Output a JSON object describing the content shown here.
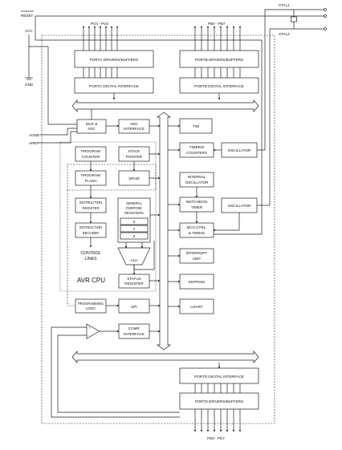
{
  "pins": {
    "reset": "RESET",
    "vcc": "VCC",
    "gnd": "GND",
    "xtal1": "XTAL1",
    "xtal2": "XTAL2",
    "agnd": "AGND",
    "aref": "AREF",
    "portc_pins": "PC0 - PC6",
    "portb_pins": "PB0 - PB7",
    "portd_pins": "PD0 - PD7"
  },
  "blocks": {
    "portc_drivers": "PORTC DRIVERS/BUFFERS",
    "portc_interface": "PORTC DIGITAL INTERFACE",
    "portb_drivers": "PORTB DRIVERS/BUFFERS",
    "portb_interface": "PORTB DIGITAL INTERFACE",
    "mux_adc_1": "MUX &",
    "mux_adc_2": "ADC",
    "adc_interface_1": "ADC",
    "adc_interface_2": "INTERFACE",
    "twi": "TWI",
    "program_counter_1": "PROGRAM",
    "program_counter_2": "COUNTER",
    "stack_pointer_1": "STACK",
    "stack_pointer_2": "POINTER",
    "timers_1": "TIMERS/",
    "timers_2": "COUNTERS",
    "oscillator": "OSCILLATOR",
    "program_flash_1": "PROGRAM",
    "program_flash_2": "FLASH",
    "sram": "SRAM",
    "internal_osc_1": "INTERNAL",
    "internal_osc_2": "OSCILLATOR",
    "instr_register_1": "INSTRUCTION",
    "instr_register_2": "REGISTER",
    "gp_registers_1": "GENERAL",
    "gp_registers_2": "PURPOSE",
    "gp_registers_3": "REGISTERS",
    "watchdog_1": "WATCHDOG",
    "watchdog_2": "TIMER",
    "reg_x": "X",
    "reg_y": "Y",
    "reg_z": "Z",
    "instr_decoder_1": "INSTRUCTION",
    "instr_decoder_2": "DECODER",
    "mcu_ctrl_1": "MCU CTRL.",
    "mcu_ctrl_2": "& TIMING",
    "control_lines_1": "CONTROL",
    "control_lines_2": "LINES",
    "alu": "ALU",
    "interrupt_unit_1": "INTERRUPT",
    "interrupt_unit_2": "UNIT",
    "avr_cpu": "AVR CPU",
    "status_register_1": "STATUS",
    "status_register_2": "REGISTER",
    "eeprom": "EEPROM",
    "programming_logic_1": "PROGRAMMING",
    "programming_logic_2": "LOGIC",
    "spi": "SPI",
    "usart": "USART",
    "comp_interface_1": "COMP.",
    "comp_interface_2": "INTERFACE",
    "portd_interface": "PORTD DIGITAL INTERFACE",
    "portd_drivers": "PORTD DRIVERS/BUFFERS"
  }
}
